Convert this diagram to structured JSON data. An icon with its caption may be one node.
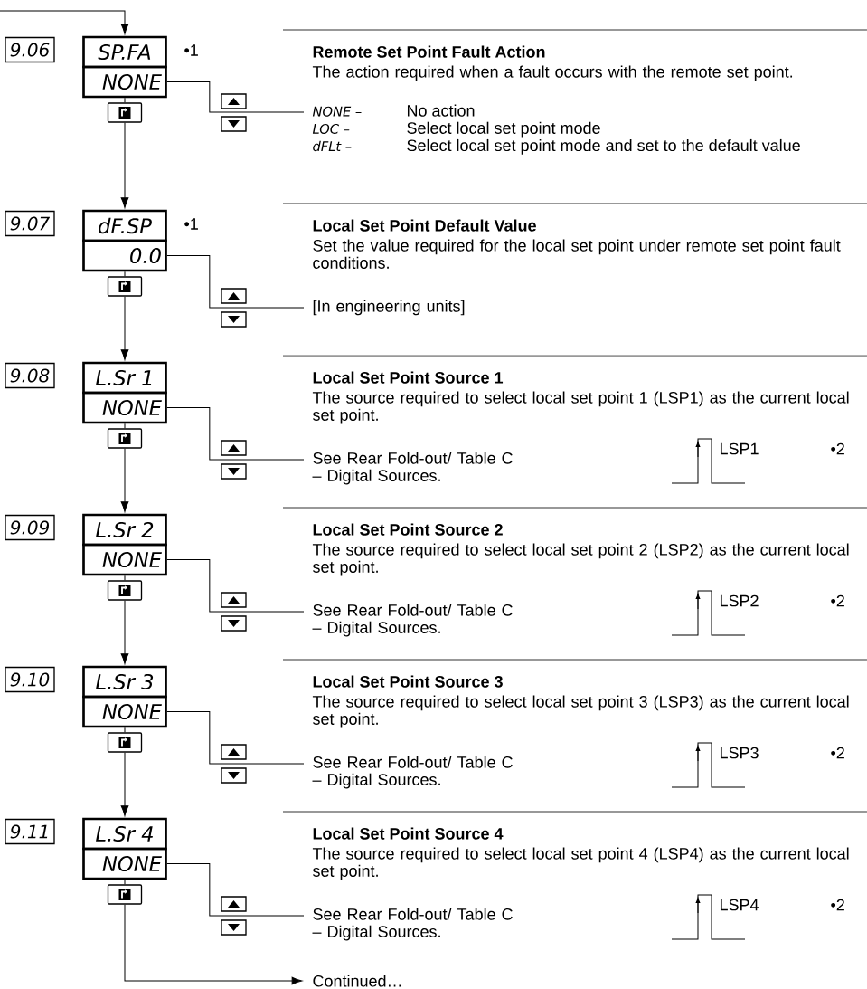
{
  "diagram": {
    "nodes": [
      {
        "text": [
          "9.06"
        ]
      },
      {
        "text": [
          "SP.FA"
        ],
        "beside": [
          "•1"
        ]
      },
      {
        "text": [
          "NONE"
        ]
      },
      {
        "text": [],
        "shape": "box"
      },
      {
        "text": [
          "NONE –",
          "No action",
          "LOC –",
          "Select local set point mode",
          "dFLt –",
          "Select local set point mode and set to the default value"
        ]
      },
      {
        "text": [
          "9.07"
        ]
      },
      {
        "text": [
          "dF.SP"
        ],
        "beside": [
          "•1"
        ]
      },
      {
        "text": [
          "0.0"
        ]
      },
      {
        "text": [],
        "shape": "box"
      },
      {
        "text": [
          "[In engineering units]"
        ]
      },
      {
        "text": [
          "9.08"
        ]
      },
      {
        "text": [
          "L.Sr 1"
        ]
      },
      {
        "text": [
          "NONE"
        ]
      },
      {
        "text": [],
        "shape": "box"
      },
      {
        "text": [
          "See Rear Fold-out/ Table C – Digital Sources."
        ]
      },
      {
        "text": [
          "9.09"
        ]
      },
      {
        "text": [
          "L.Sr 2"
        ]
      },
      {
        "text": [
          "NONE"
        ]
      },
      {
        "text": [],
        "shape": "box"
      },
      {
        "text": [
          "See Rear Fold-out/ Table C – Digital Sources."
        ]
      },
      {
        "text": [
          "9.10"
        ]
      },
      {
        "text": [
          "L.Sr 3"
        ]
      },
      {
        "text": [
          "NONE"
        ]
      },
      {
        "text": [],
        "shape": "box"
      },
      {
        "text": [
          "See Rear Fold-out/ Table C – Digital Sources."
        ]
      },
      {
        "text": [
          "9.11"
        ]
      },
      {
        "text": [
          "L.Sr 4"
        ]
      },
      {
        "text": [
          "NONE"
        ]
      },
      {
        "text": [],
        "shape": "box"
      },
      {
        "text": [
          "See Rear Fold-out/ Table C – Digital Sources."
        ]
      },
      {
        "text": [
          "Continued…"
        ]
      }
    ],
    "edges": [
      {
        "from": null,
        "to": 1,
        "arrow": "to"
      },
      {
        "from": 2,
        "to": 3,
        "arrow": "none"
      },
      {
        "from": 2,
        "to": 4,
        "arrow": "none"
      },
      {
        "from": 3,
        "to": 6,
        "arrow": "to"
      },
      {
        "from": 7,
        "to": 8,
        "arrow": "none"
      },
      {
        "from": 7,
        "to": 9,
        "arrow": "none"
      },
      {
        "from": 8,
        "to": 11,
        "arrow": "to"
      },
      {
        "from": 12,
        "to": 13,
        "arrow": "none"
      },
      {
        "from": 12,
        "to": 14,
        "arrow": "none"
      },
      {
        "from": 13,
        "to": 16,
        "arrow": "to"
      },
      {
        "from": 17,
        "to": 18,
        "arrow": "none"
      },
      {
        "from": 17,
        "to": 19,
        "arrow": "none"
      },
      {
        "from": 18,
        "to": 21,
        "arrow": "to"
      },
      {
        "from": 22,
        "to": 23,
        "arrow": "none"
      },
      {
        "from": 22,
        "to": 24,
        "arrow": "none"
      },
      {
        "from": 23,
        "to": 26,
        "arrow": "to"
      },
      {
        "from": 27,
        "to": 28,
        "arrow": "none"
      },
      {
        "from": 27,
        "to": 29,
        "arrow": "none"
      },
      {
        "from": 28,
        "to": 30,
        "arrow": "to"
      }
    ],
    "labels": [
      "Remote Set Point Fault Action",
      "The action required when a fault occurs with the remote set point.",
      "Local Set Point Default Value",
      "Set the value required for the local set point under remote set point fault conditions.",
      "Local Set Point Source 1",
      "The source required to select local set point 1 (LSP1) as the current local set point.",
      "LSP1",
      "•2",
      "Local Set Point Source 2",
      "The source required to select local set point 2 (LSP2) as the current local set point.",
      "LSP2",
      "•2",
      "Local Set Point Source 3",
      "The source required to select local set point 3 (LSP3) as the current local set point.",
      "LSP3",
      "•2",
      "Local Set Point Source 4",
      "The source required to select local set point 4 (LSP4) as the current local set point.",
      "LSP4",
      "•2"
    ]
  }
}
